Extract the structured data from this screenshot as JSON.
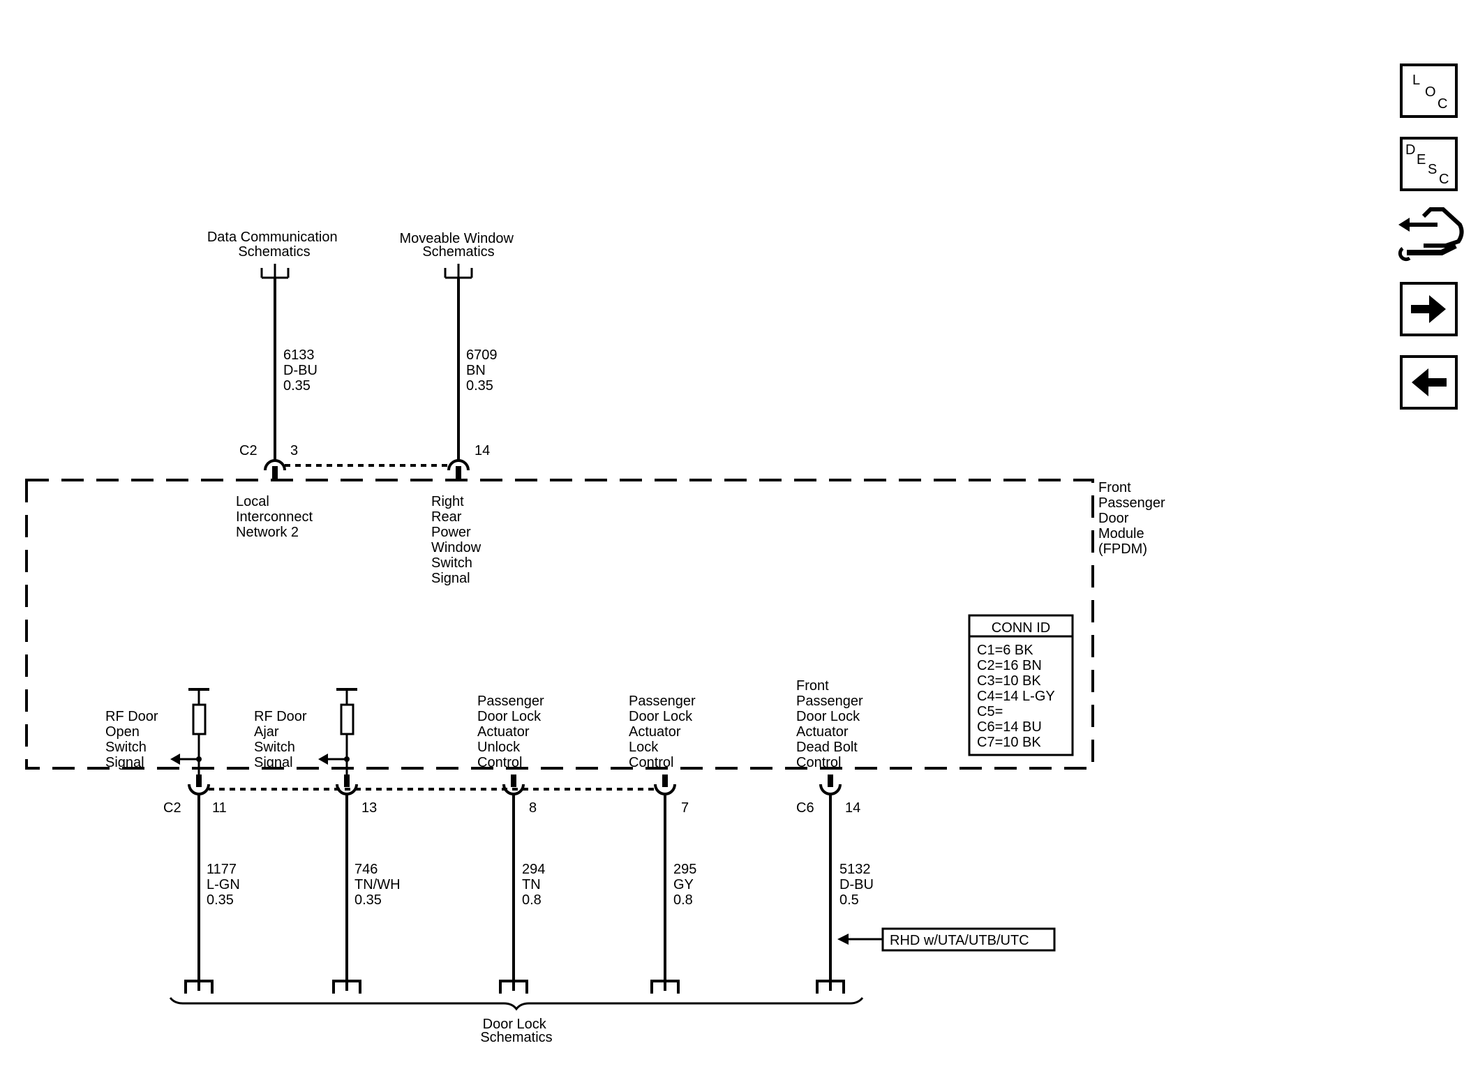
{
  "top_connections": [
    {
      "dest": [
        "Data Communication",
        "Schematics"
      ],
      "wire": [
        "6133",
        "D-BU",
        "0.35"
      ],
      "conn": "C2",
      "pin": "3",
      "signal": [
        "Local",
        "Interconnect",
        "Network 2"
      ]
    },
    {
      "dest": [
        "Moveable Window",
        "Schematics"
      ],
      "wire": [
        "6709",
        "BN",
        "0.35"
      ],
      "conn": "",
      "pin": "14",
      "signal": [
        "Right",
        "Rear",
        "Power",
        "Window",
        "Switch",
        "Signal"
      ]
    }
  ],
  "module": {
    "name": [
      "Front",
      "Passenger",
      "Door",
      "Module",
      "(FPDM)"
    ]
  },
  "conn_id": {
    "title": "CONN ID",
    "rows": [
      "C1=6 BK",
      "C2=16 BN",
      "C3=10 BK",
      "C4=14 L-GY",
      "C5=",
      "C6=14 BU",
      "C7=10 BK"
    ]
  },
  "bottom_connections": [
    {
      "signal": [
        "RF Door",
        "Open",
        "Switch",
        "Signal"
      ],
      "conn": "C2",
      "pin": "11",
      "wire": [
        "1177",
        "L-GN",
        "0.35"
      ]
    },
    {
      "signal": [
        "RF Door",
        "Ajar",
        "Switch",
        "Signal"
      ],
      "conn": "",
      "pin": "13",
      "wire": [
        "746",
        "TN/WH",
        "0.35"
      ]
    },
    {
      "signal": [
        "Passenger",
        "Door Lock",
        "Actuator",
        "Unlock",
        "Control"
      ],
      "conn": "",
      "pin": "8",
      "wire": [
        "294",
        "TN",
        "0.8"
      ]
    },
    {
      "signal": [
        "Passenger",
        "Door Lock",
        "Actuator",
        "Lock",
        "Control"
      ],
      "conn": "",
      "pin": "7",
      "wire": [
        "295",
        "GY",
        "0.8"
      ]
    },
    {
      "signal": [
        "Front",
        "Passenger",
        "Door Lock",
        "Actuator",
        "Dead Bolt",
        "Control"
      ],
      "conn": "C6",
      "pin": "14",
      "wire": [
        "5132",
        "D-BU",
        "0.5"
      ]
    }
  ],
  "rhd_option": "RHD w/UTA/UTB/UTC",
  "bottom_dest": [
    "Door Lock",
    "Schematics"
  ],
  "nav": {
    "loc_letters": [
      "L",
      "O",
      "C"
    ],
    "desc_letters": [
      "D",
      "E",
      "S",
      "C"
    ]
  }
}
